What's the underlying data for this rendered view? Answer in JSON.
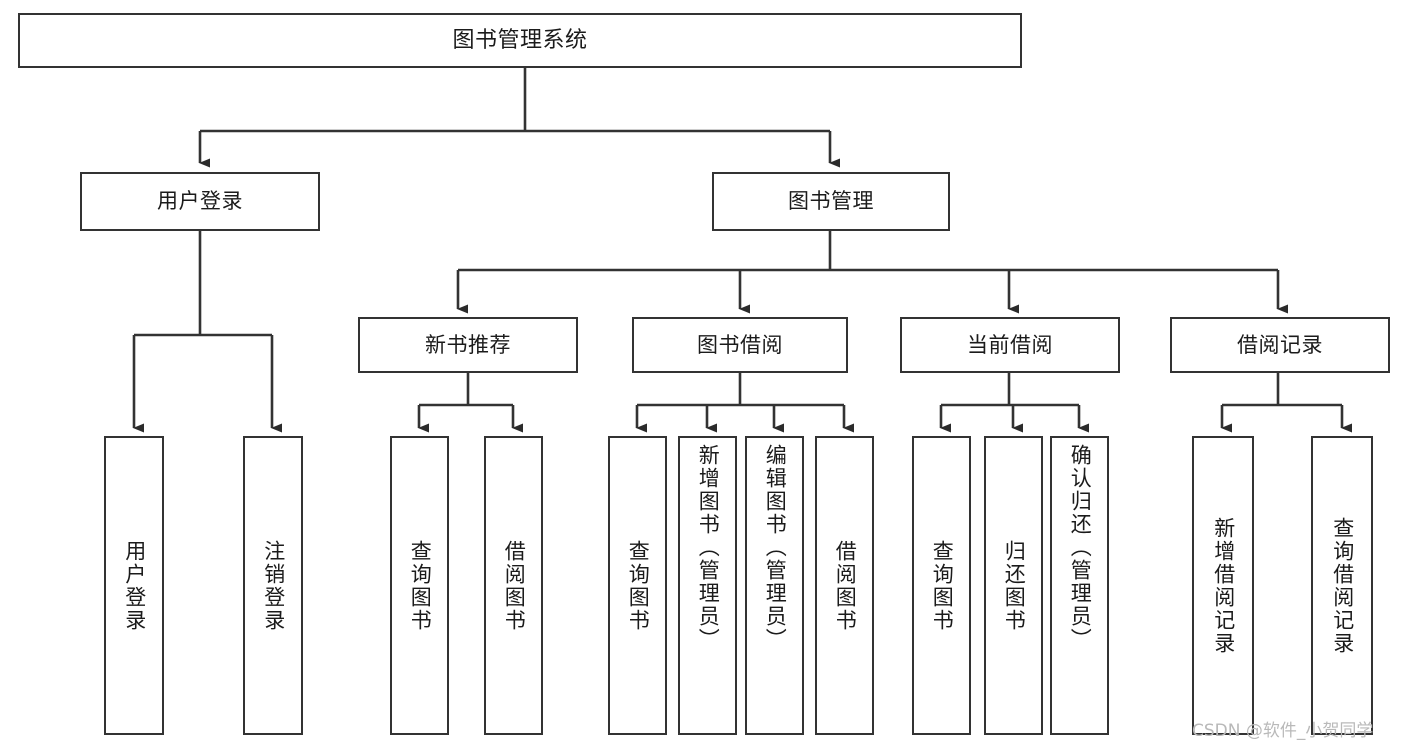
{
  "diagram": {
    "title": "图书管理系统",
    "type": "功能结构图",
    "style": {
      "box_border_color": "#333333",
      "box_fill_color": "#ffffff",
      "line_color": "#333333",
      "text_color": "#1b1b1b",
      "background_color": "#ffffff"
    },
    "watermark": "CSDN @软件_小贺同学",
    "levels": {
      "root": {
        "label": "图书管理系统"
      },
      "level2": [
        {
          "id": "user-login",
          "label": "用户登录"
        },
        {
          "id": "book-manage",
          "label": "图书管理"
        }
      ],
      "level3": [
        {
          "id": "new-book-recommend",
          "label": "新书推荐",
          "parent": "book-manage"
        },
        {
          "id": "book-borrow",
          "label": "图书借阅",
          "parent": "book-manage"
        },
        {
          "id": "current-borrow",
          "label": "当前借阅",
          "parent": "book-manage"
        },
        {
          "id": "borrow-record",
          "label": "借阅记录",
          "parent": "book-manage"
        }
      ],
      "leaves": [
        {
          "id": "leaf-user-login",
          "label": "用户登录",
          "parent": "user-login"
        },
        {
          "id": "leaf-logout-login",
          "label": "注销登录",
          "parent": "user-login"
        },
        {
          "id": "leaf-query-book-1",
          "label": "查询图书",
          "parent": "new-book-recommend"
        },
        {
          "id": "leaf-borrow-book-1",
          "label": "借阅图书",
          "parent": "new-book-recommend"
        },
        {
          "id": "leaf-query-book-2",
          "label": "查询图书",
          "parent": "book-borrow"
        },
        {
          "id": "leaf-add-book",
          "label": "新增图书（管理员）",
          "parent": "book-borrow"
        },
        {
          "id": "leaf-edit-book",
          "label": "编辑图书（管理员）",
          "parent": "book-borrow"
        },
        {
          "id": "leaf-borrow-book-2",
          "label": "借阅图书",
          "parent": "book-borrow"
        },
        {
          "id": "leaf-query-book-3",
          "label": "查询图书",
          "parent": "current-borrow"
        },
        {
          "id": "leaf-return-book",
          "label": "归还图书",
          "parent": "current-borrow"
        },
        {
          "id": "leaf-confirm-return",
          "label": "确认归还（管理员）",
          "parent": "current-borrow"
        },
        {
          "id": "leaf-add-record",
          "label": "新增借阅记录",
          "parent": "borrow-record"
        },
        {
          "id": "leaf-query-record",
          "label": "查询借阅记录",
          "parent": "borrow-record"
        }
      ]
    }
  }
}
